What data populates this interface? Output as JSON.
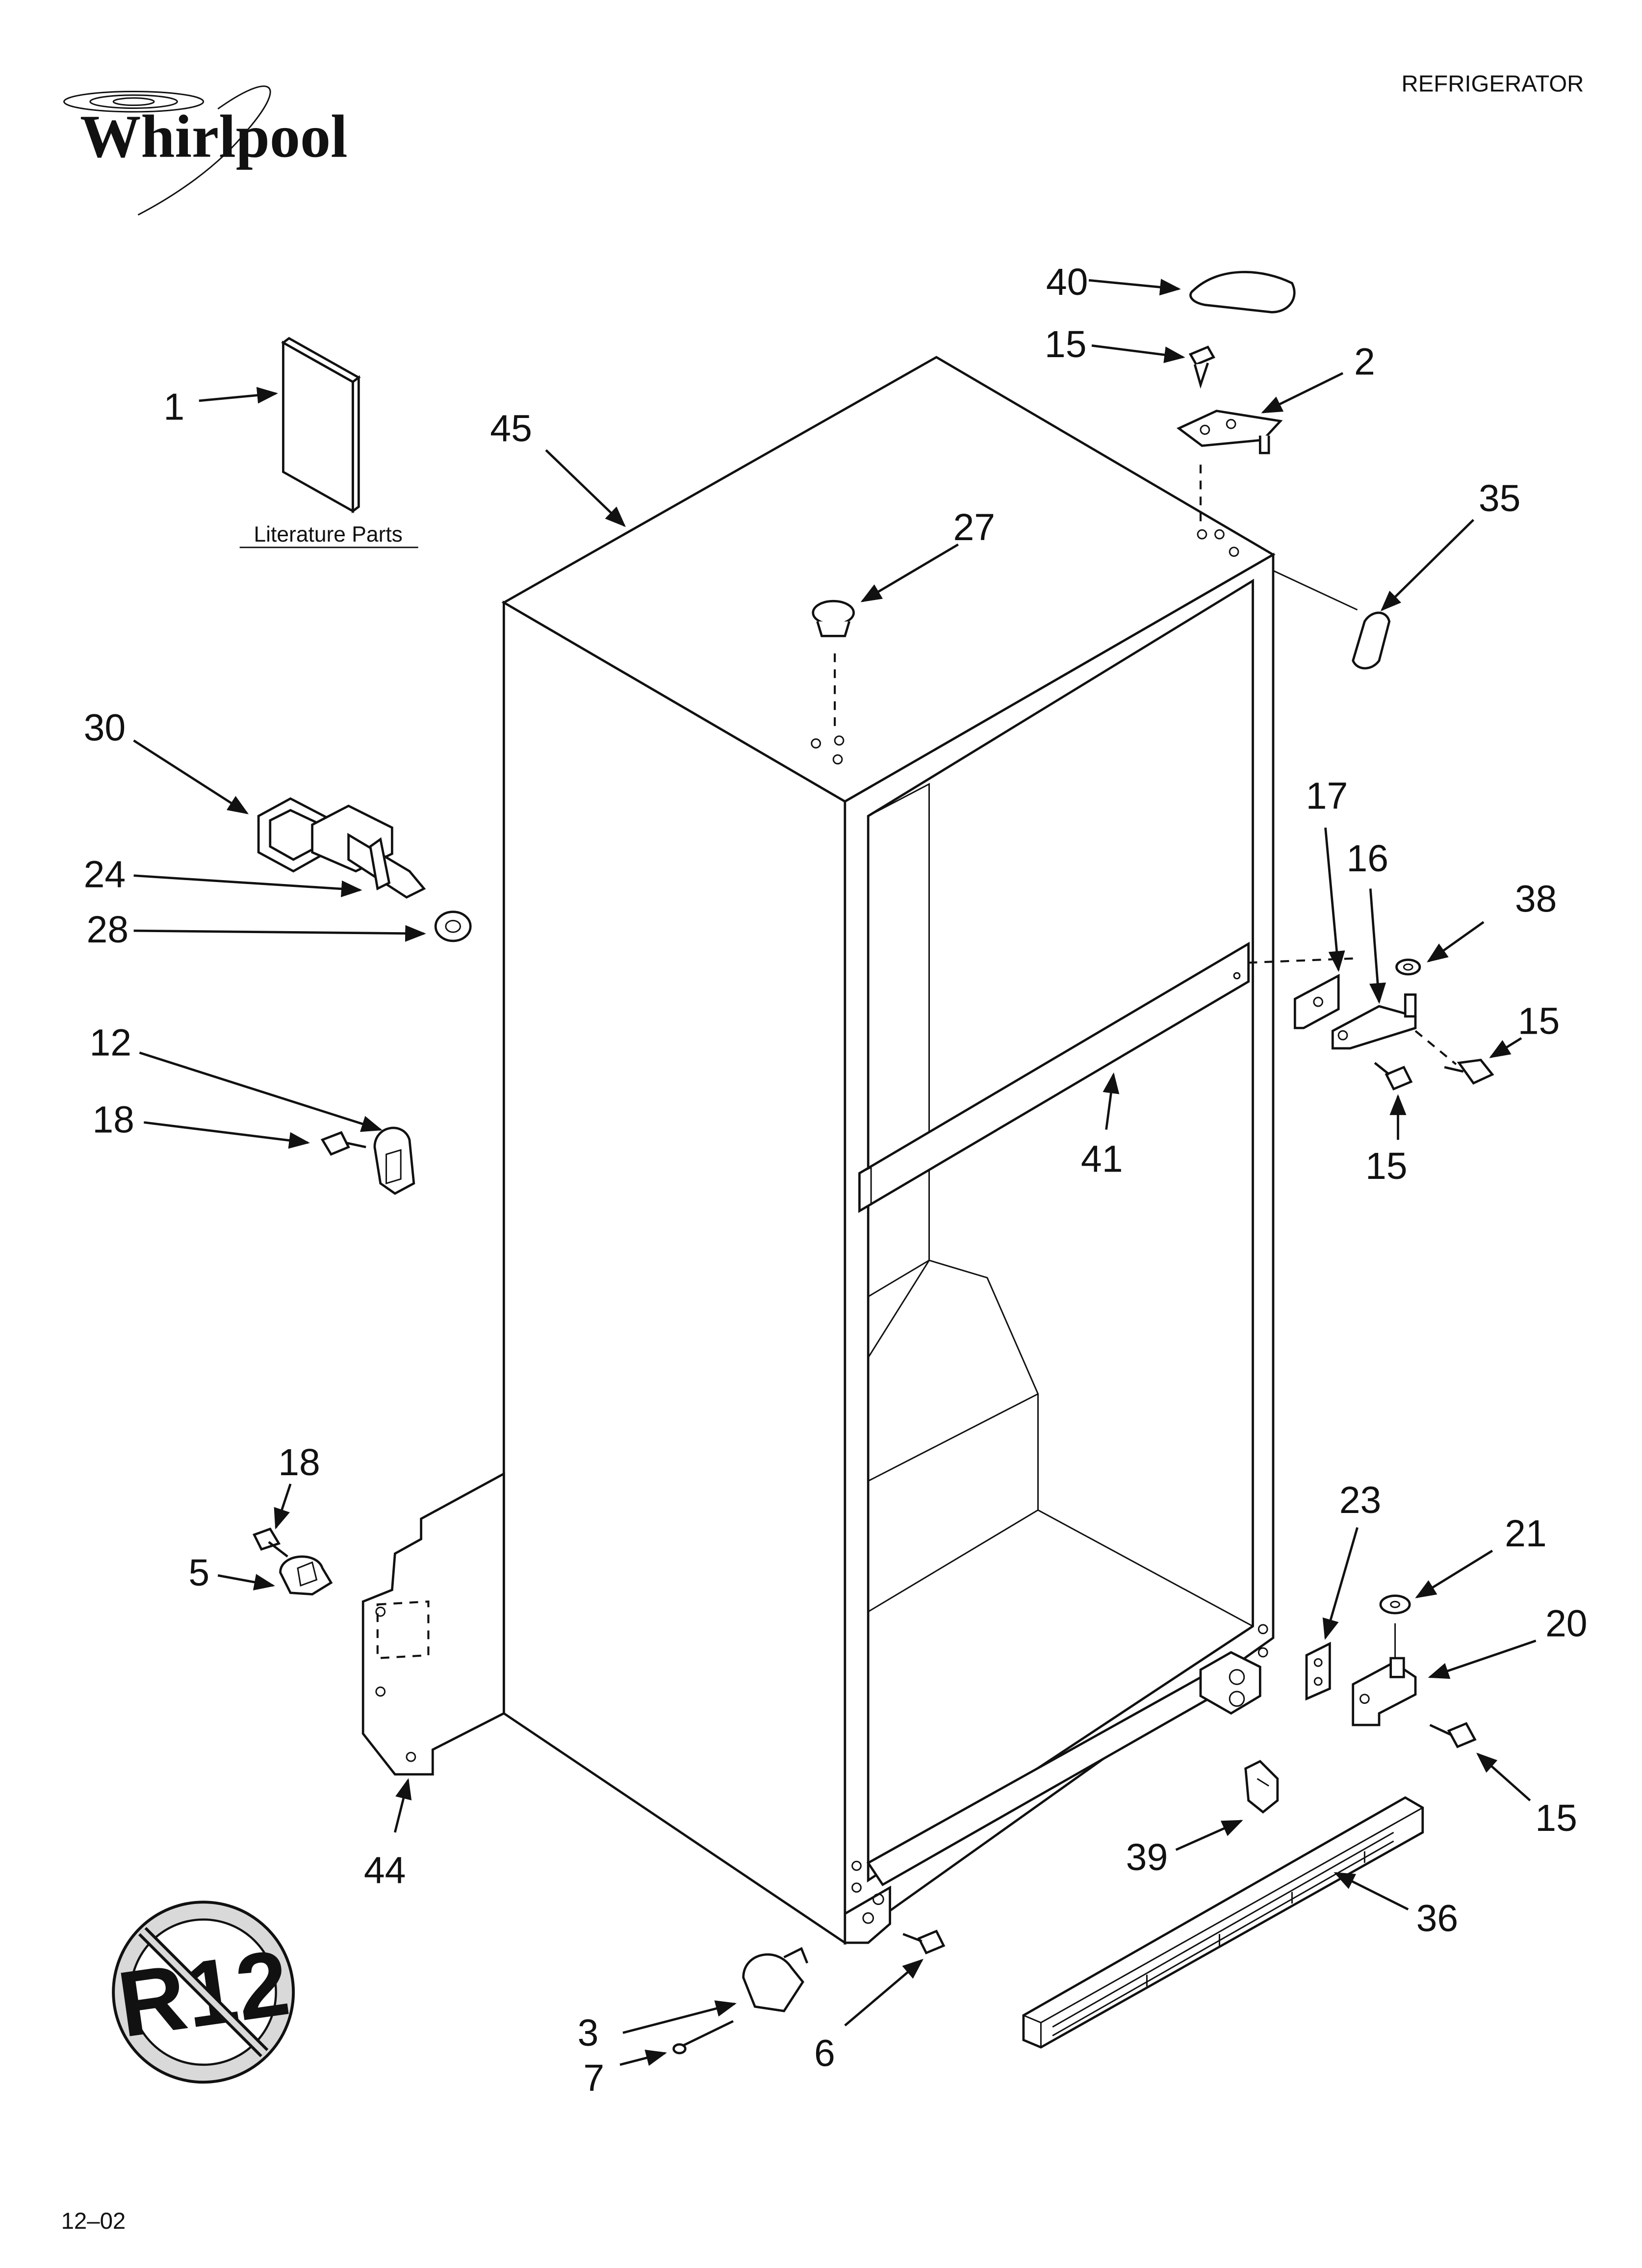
{
  "header": {
    "brand": "Whirlpool",
    "category": "REFRIGERATOR"
  },
  "literature_label": "Literature Parts",
  "emblem_text": "R12",
  "footer_code": "12‒02",
  "callouts": {
    "c1": "1",
    "c2": "2",
    "c3": "3",
    "c5": "5",
    "c6": "6",
    "c7": "7",
    "c12": "12",
    "c15a": "15",
    "c15b": "15",
    "c15c": "15",
    "c15d": "15",
    "c16": "16",
    "c17": "17",
    "c18a": "18",
    "c18b": "18",
    "c20": "20",
    "c21": "21",
    "c23": "23",
    "c24": "24",
    "c27": "27",
    "c28": "28",
    "c30": "30",
    "c35": "35",
    "c36": "36",
    "c38": "38",
    "c39": "39",
    "c40": "40",
    "c41": "41",
    "c44": "44",
    "c45": "45"
  }
}
